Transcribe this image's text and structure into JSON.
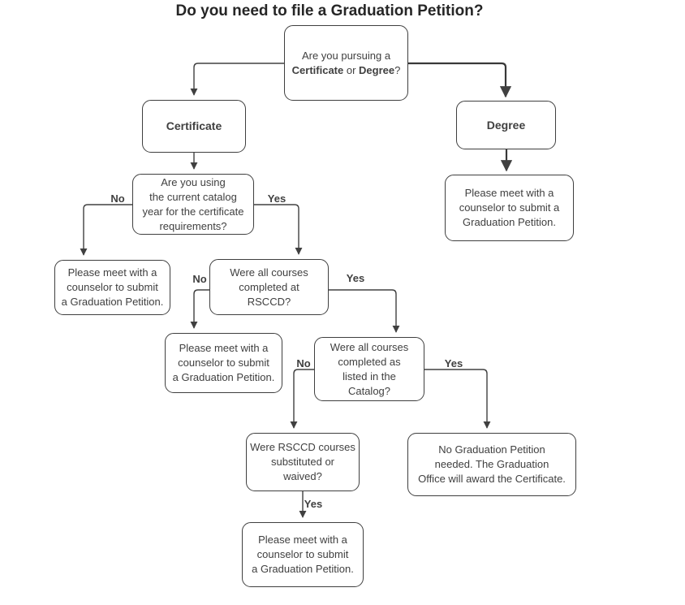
{
  "title": "Do you need to file a Graduation Petition?",
  "nodes": {
    "root": {
      "line1": "Are you pursuing a",
      "bold1": "Certificate",
      "mid": " or ",
      "bold2": "Degree",
      "suffix": "?"
    },
    "certificate": {
      "text": "Certificate"
    },
    "degree": {
      "text": "Degree"
    },
    "catalog_year": {
      "text": "Are you using\nthe current catalog\nyear for the certificate\nrequirements?"
    },
    "meet_left": {
      "text": "Please meet with a\ncounselor to submit\na Graduation Petition."
    },
    "rsccd": {
      "text": "Were all courses\ncompleted at\nRSCCD?"
    },
    "degree_meet": {
      "text": "Please meet with a\ncounselor to submit a\nGraduation Petition."
    },
    "meet_mid": {
      "text": "Please meet with a\ncounselor to submit\na Graduation Petition."
    },
    "catalog_listed": {
      "text": "Were all courses\ncompleted as\nlisted in the\nCatalog?"
    },
    "substituted": {
      "text": "Were RSCCD courses\nsubstituted or\nwaived?"
    },
    "no_petition": {
      "text": "No Graduation Petition\nneeded. The Graduation\nOffice will award the Certificate."
    },
    "final_meet": {
      "text": "Please meet with a\ncounselor to submit\na Graduation Petition."
    }
  },
  "labels": {
    "no1": "No",
    "yes1": "Yes",
    "no2": "No",
    "yes2": "Yes",
    "no3": "No",
    "yes3": "Yes",
    "yes4": "Yes"
  },
  "colors": {
    "line": "#404040",
    "border": "#3f3f3f",
    "text": "#404040",
    "title": "#262626",
    "background": "#ffffff"
  }
}
